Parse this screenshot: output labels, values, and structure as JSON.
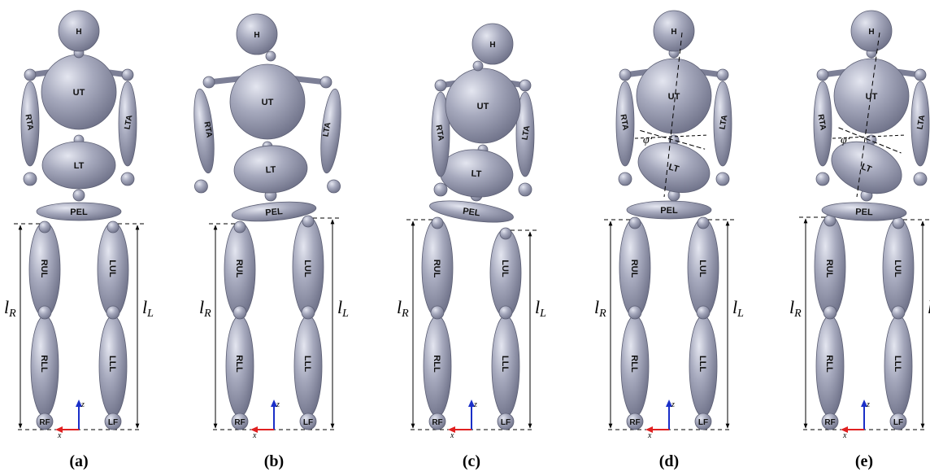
{
  "figure": {
    "panels": [
      {
        "id": "a",
        "caption": "(a)"
      },
      {
        "id": "b",
        "caption": "(b)"
      },
      {
        "id": "c",
        "caption": "(c)"
      },
      {
        "id": "d",
        "caption": "(d)"
      },
      {
        "id": "e",
        "caption": "(e)"
      }
    ],
    "segments": {
      "head": "H",
      "upper_torso": "UT",
      "lower_torso": "LT",
      "pelvis": "PEL",
      "right_arm": "RTA",
      "left_arm": "LTA",
      "right_upper_leg": "RUL",
      "left_upper_leg": "LUL",
      "right_lower_leg": "RLL",
      "left_lower_leg": "LLL",
      "right_foot": "RF",
      "left_foot": "LF"
    },
    "dimensions": {
      "right_leg_length": "l",
      "right_leg_sub": "R",
      "left_leg_length": "l",
      "left_leg_sub": "L"
    },
    "axes": {
      "x": "x",
      "z": "z"
    },
    "angle_symbol": "φ",
    "colors": {
      "body": "#a3a6ba",
      "body_dark": "#7c7f96",
      "x_axis": "#e02020",
      "z_axis": "#1a2fc8",
      "line": "#000000"
    }
  }
}
